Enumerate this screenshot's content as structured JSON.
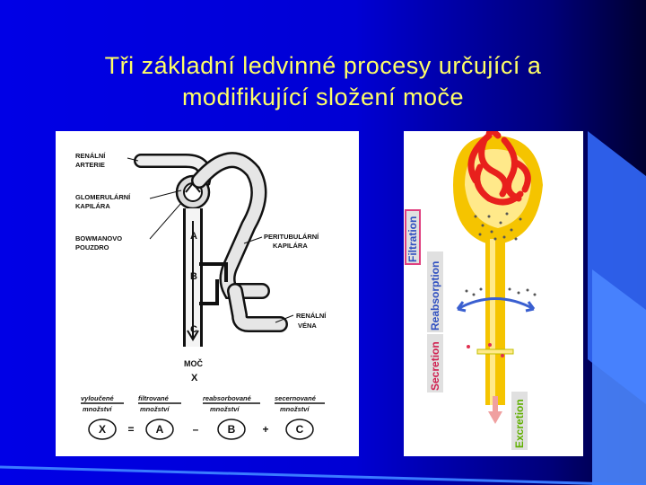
{
  "slide": {
    "title_line1": "Tři základní ledvinné procesy určující a",
    "title_line2": "modifikující složení moče",
    "colors": {
      "background": "#0000dd",
      "title": "#ffff66",
      "deco": "#3a7bff"
    }
  },
  "left_diagram": {
    "labels": {
      "renal_artery_1": "RENÁLNÍ",
      "renal_artery_2": "ARTERIE",
      "glomerular_1": "GLOMERULÁRNÍ",
      "glomerular_2": "KAPILÁRA",
      "bowman_1": "BOWMANOVO",
      "bowman_2": "POUZDRO",
      "peritubular_1": "PERITUBULÁRNÍ",
      "peritubular_2": "KAPILÁRA",
      "renal_vein_1": "RENÁLNÍ",
      "renal_vein_2": "VÉNA",
      "point_a": "A",
      "point_b": "B",
      "point_c": "C",
      "urine": "MOČ",
      "urine_x": "X"
    },
    "equation": {
      "excreted_1": "vyloučené",
      "excreted_2": "množství",
      "filtered_1": "filtrované",
      "filtered_2": "množství",
      "reabsorbed_1": "reabsorbované",
      "reabsorbed_2": "množství",
      "secreted_1": "secernované",
      "secreted_2": "množství",
      "var_x": "X",
      "op_eq": "=",
      "var_a": "A",
      "op_minus": "–",
      "var_b": "B",
      "op_plus": "+",
      "var_c": "C"
    }
  },
  "right_diagram": {
    "labels": {
      "filtration": "Filtration",
      "reabsorption": "Reabsorption",
      "secretion": "Secretion",
      "excretion": "Excretion"
    },
    "colors": {
      "tubule": "#f5c400",
      "capillary": "#e8201c",
      "label_bg": "#e04080",
      "label_blue": "#3050c0",
      "label_red": "#d02050",
      "label_green": "#60b000",
      "arrow_blue": "#3a5fd0"
    }
  }
}
